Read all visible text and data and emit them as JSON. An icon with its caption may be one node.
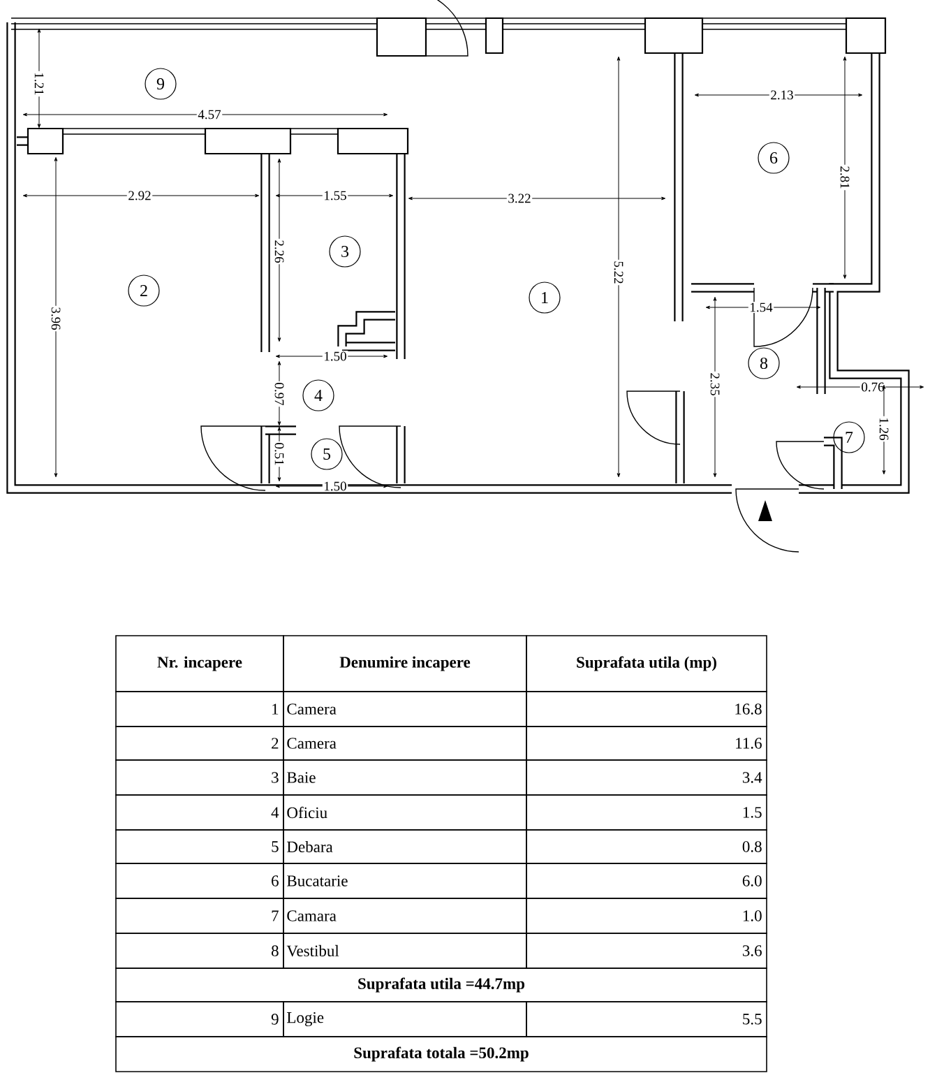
{
  "diagram": {
    "nodes": [
      {
        "text": [
          "9"
        ]
      },
      {
        "text": [
          "6"
        ]
      },
      {
        "text": [
          "3"
        ]
      },
      {
        "text": [
          "2"
        ]
      },
      {
        "text": [
          "1"
        ]
      },
      {
        "text": [
          "8"
        ]
      },
      {
        "text": [
          "4"
        ]
      },
      {
        "text": [
          "7"
        ]
      },
      {
        "text": [
          "5"
        ]
      }
    ],
    "labels": [
      "1.21",
      "2.13",
      "4.57",
      "2.81",
      "2.92",
      "1.55",
      "3.22",
      "2.26",
      "5.22",
      "1.54",
      "3.96",
      "1.50",
      "2.35",
      "0.76",
      "0.97",
      "1.26",
      "0.51",
      "1.50",
      "Nr. incapere",
      "Denumire incapere",
      "Suprafata utila (mp)",
      "1",
      "Camera",
      "16.8",
      "2",
      "Camera",
      "11.6",
      "3",
      "Baie",
      "3.4",
      "4",
      "Oficiu",
      "1.5",
      "5",
      "Debara",
      "0.8",
      "6",
      "Bucatarie",
      "6.0",
      "7",
      "Camara",
      "1.0",
      "8",
      "Vestibul",
      "3.6",
      "Suprafata utila =44.7mp",
      "9",
      "Logie",
      "5.5",
      "Suprafata totala =50.2mp"
    ]
  }
}
